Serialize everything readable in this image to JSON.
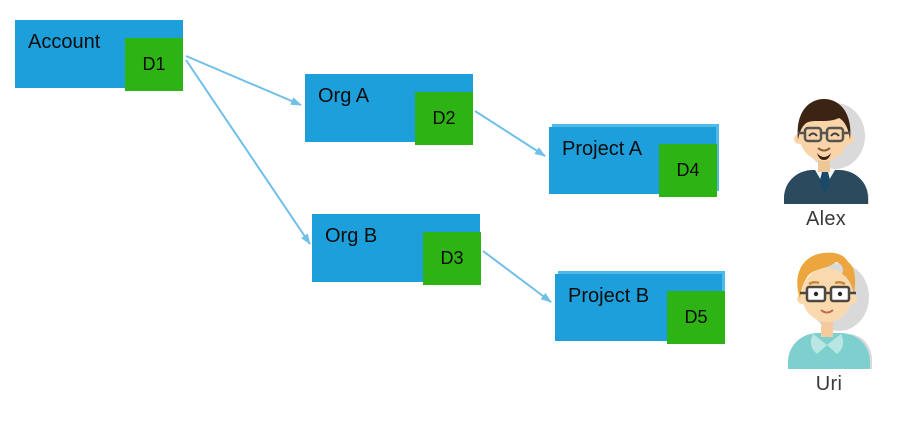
{
  "diagram": {
    "nodes": {
      "account": {
        "label": "Account",
        "badge": "D1"
      },
      "org_a": {
        "label": "Org A",
        "badge": "D2"
      },
      "org_b": {
        "label": "Org B",
        "badge": "D3"
      },
      "project_a": {
        "label": "Project A",
        "badge": "D4"
      },
      "project_b": {
        "label": "Project B",
        "badge": "D5"
      }
    },
    "edges": [
      {
        "from": "account",
        "to": "org_a"
      },
      {
        "from": "account",
        "to": "org_b"
      },
      {
        "from": "org_a",
        "to": "project_a"
      },
      {
        "from": "org_b",
        "to": "project_b"
      }
    ],
    "colors": {
      "node_fill": "#1d9fdb",
      "badge_fill": "#2db314",
      "arrow": "#70bfe8",
      "label_text": "#0d0d0d"
    }
  },
  "users": [
    {
      "name": "Alex"
    },
    {
      "name": "Uri"
    }
  ]
}
